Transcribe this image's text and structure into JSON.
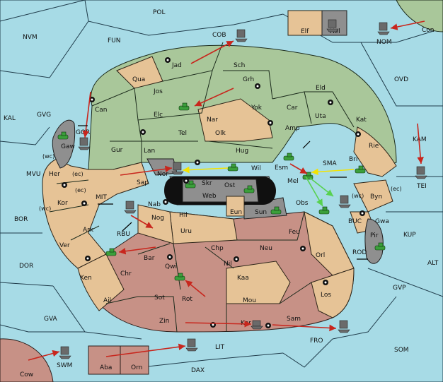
{
  "regions": {
    "POL": "POL",
    "NVM": "NVM",
    "FUN": "FUN",
    "COB": "COB",
    "Elf": "Elf",
    "Hel": "Hel",
    "Con": "Con",
    "NOM": "NOM",
    "OVD": "OVD",
    "Jad": "Jad",
    "Sch": "Sch",
    "Qua": "Qua",
    "Jos": "Jos",
    "Grh": "Grh",
    "Eld": "Eld",
    "Can": "Can",
    "Elc": "Elc",
    "Nar": "Nar",
    "Yok": "Yok",
    "Car": "Car",
    "Uta": "Uta",
    "Kat": "Kat",
    "KAL": "KAL",
    "GVG": "GVG",
    "GOR": "GOR",
    "Tel": "Tel",
    "Olk": "Olk",
    "Amp": "Amp",
    "Rie": "Rie",
    "KAM": "KAM",
    "Gaw": "Gaw",
    "Gur": "Gur",
    "Lan": "Lan",
    "Hug": "Hug",
    "Bri": "Bri",
    "wc_left": "(wc)",
    "ec_left": "(ec)",
    "Her": "Her",
    "MVU": "MVU",
    "Nor": "Nor",
    "Wil": "Wil",
    "Esm": "Esm",
    "SMA": "SMA",
    "TEI": "TEI",
    "Sap": "Sap",
    "Skr": "Skr",
    "Ost": "Ost",
    "Mel": "Mel",
    "Web": "Web",
    "wc_right": "(wc)",
    "Byn": "Byn",
    "ec_right": "(ec)",
    "Kor": "Kor",
    "ec_kor": "(ec)",
    "wc_kor": "(wc)",
    "MIT": "MIT",
    "Nab": "Nab",
    "Eun": "Eun",
    "Sun": "Sun",
    "Obs": "Obs",
    "BOR": "BOR",
    "Hil": "Hil",
    "BUC": "BUC",
    "Gwa": "Gwa",
    "KUP": "KUP",
    "Ark": "Ark",
    "Nog": "Nog",
    "Uru": "Uru",
    "Feu": "Feu",
    "Pir": "Pir",
    "RBU": "RBU",
    "Ver": "Ver",
    "Chp": "Chp",
    "Neu": "Neu",
    "Orl": "Orl",
    "ROD": "ROD",
    "DOR": "DOR",
    "Bar": "Bar",
    "Qwi": "Qwi",
    "Nil": "Nil",
    "ALT": "ALT",
    "Chr": "Chr",
    "Ken": "Ken",
    "Kaa": "Kaa",
    "GVP": "GVP",
    "Los": "Los",
    "Ail": "Ail",
    "Sot": "Sot",
    "Rot": "Rot",
    "Mou": "Mou",
    "GVA": "GVA",
    "Zin": "Zin",
    "Kar": "Kar",
    "Sam": "Sam",
    "FRO": "FRO",
    "LIT": "LIT",
    "SOM": "SOM",
    "SWM": "SWM",
    "Aba": "Aba",
    "Orn": "Orn",
    "Cow": "Cow",
    "DAX": "DAX"
  },
  "colors": {
    "sea": "#a7dbe6",
    "green": "#a9c79a",
    "tan": "#e6c396",
    "rose": "#c79186",
    "gray": "#8f8f8f",
    "red_order": "#c8261d",
    "yellow_order": "#f3e300",
    "green_order": "#58d14f"
  },
  "icons": {
    "army": "tank-icon",
    "fleet": "ship-icon",
    "supply_center": "supply-center-dot"
  }
}
